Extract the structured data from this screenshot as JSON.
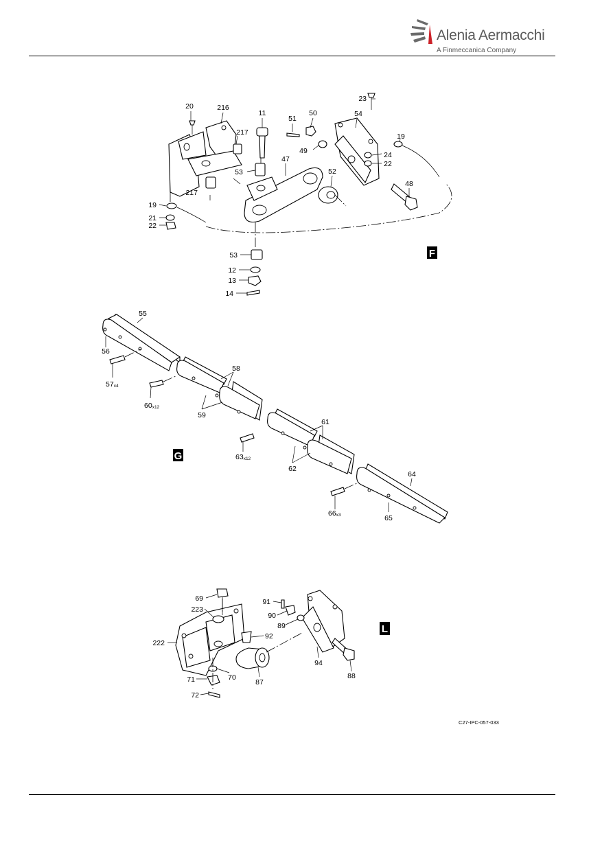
{
  "header": {
    "brand_name": "Alenia Aermacchi",
    "brand_subtitle": "A Finmeccanica Company",
    "logo_color": "#5a5a5a"
  },
  "views": [
    {
      "letter": "F"
    },
    {
      "letter": "G"
    },
    {
      "letter": "L"
    }
  ],
  "callouts_f": [
    "20",
    "216",
    "217",
    "11",
    "51",
    "50",
    "54",
    "23",
    "19",
    "49",
    "24",
    "22",
    "47",
    "52",
    "53",
    "48",
    "217",
    "19",
    "21",
    "22",
    "53",
    "12",
    "13",
    "14"
  ],
  "callouts_g": [
    "55",
    "56",
    "57",
    "60",
    "58",
    "59",
    "61",
    "63",
    "62",
    "64",
    "66"
  ],
  "callout_g_suffixes": [
    "x4",
    "x12",
    "x12",
    "x3"
  ],
  "callout_g_65": "65",
  "callouts_l": [
    "69",
    "223",
    "91",
    "90",
    "89",
    "92",
    "222",
    "94",
    "71",
    "70",
    "87",
    "88",
    "72"
  ],
  "figure_ref": "C27-IPC-057-033"
}
